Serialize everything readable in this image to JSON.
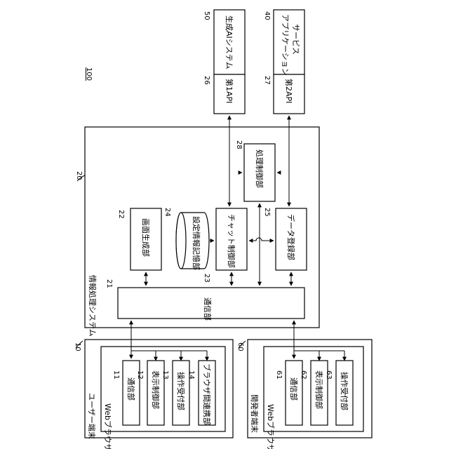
{
  "figure_number": "100",
  "user_terminal": {
    "ref": "10",
    "label": "ユーザー端末",
    "browser": "Webブラウザ",
    "units": [
      {
        "ref": "11",
        "label": "通信部"
      },
      {
        "ref": "12",
        "label": "表示制御部"
      },
      {
        "ref": "13",
        "label": "操作受付部"
      },
      {
        "ref": "14",
        "label": "ブラウザ間連携部"
      }
    ]
  },
  "dev_terminal": {
    "ref": "60",
    "label": "開発者端末",
    "browser": "Webブラウザ",
    "units": [
      {
        "ref": "61",
        "label": "通信部"
      },
      {
        "ref": "62",
        "label": "表示制御部"
      },
      {
        "ref": "63",
        "label": "操作受付部"
      }
    ]
  },
  "system": {
    "ref": "20",
    "label": "情報処理システム",
    "comm": {
      "ref": "21",
      "label": "通信部"
    },
    "screen_gen": {
      "ref": "22",
      "label": "画面生成部"
    },
    "chat_ctrl": {
      "ref": "23",
      "label": "チャット制御部"
    },
    "settings_store": {
      "ref": "24",
      "label": "設定情報記憶部"
    },
    "data_reg": {
      "ref": "25",
      "label": "データ登録部"
    },
    "proc_ctrl": {
      "ref": "28",
      "label": "処理制御部"
    }
  },
  "api1": {
    "ref": "26",
    "label": "第1API"
  },
  "api2": {
    "ref": "27",
    "label": "第2API"
  },
  "gen_ai": {
    "ref": "50",
    "label": "生成AIシステム"
  },
  "app_service": {
    "ref": "40",
    "label_line1": "アプリケーション",
    "label_line2": "サービス"
  }
}
